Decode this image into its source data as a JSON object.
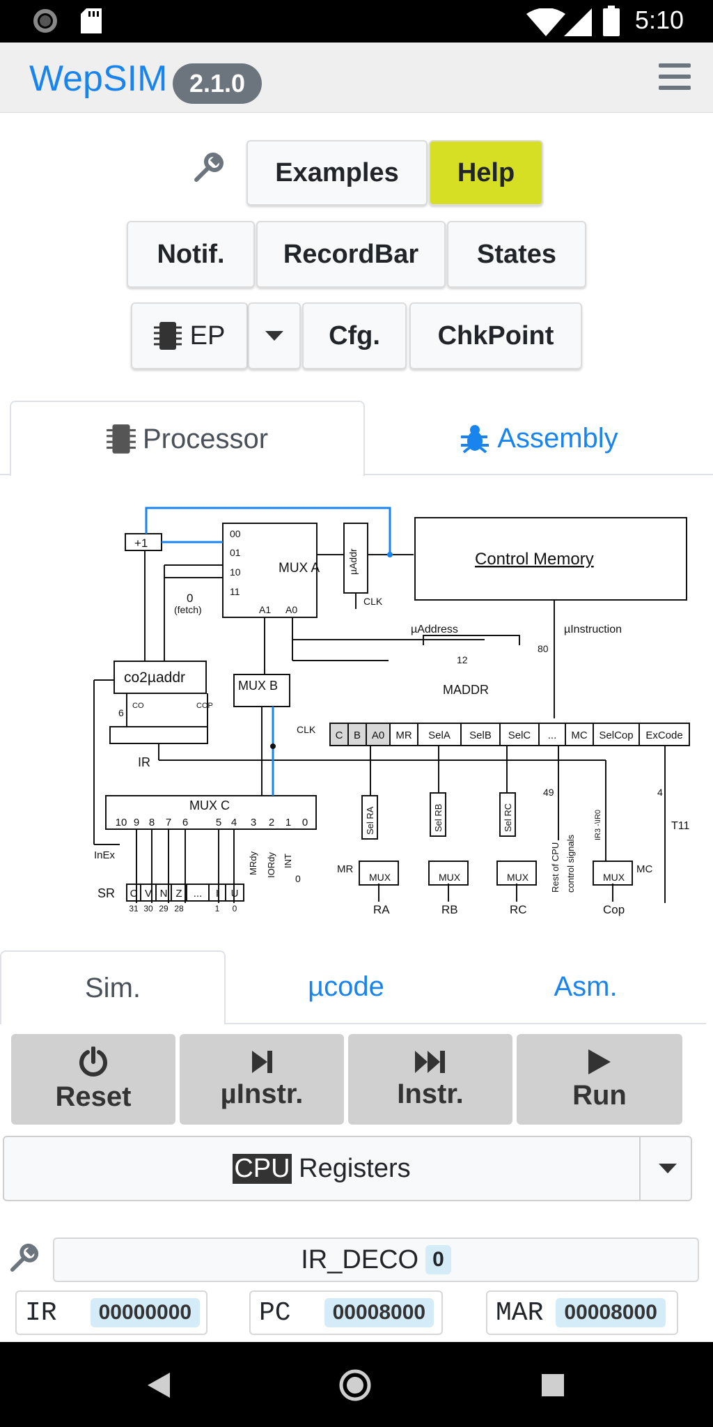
{
  "status_bar": {
    "time": "5:10"
  },
  "header": {
    "brand": "WepSIM",
    "version": "2.1.0"
  },
  "toolbar": {
    "examples": "Examples",
    "help": "Help",
    "notif": "Notif.",
    "recordbar": "RecordBar",
    "states": "States",
    "ep": "EP",
    "cfg": "Cfg.",
    "chkpoint": "ChkPoint"
  },
  "main_tabs": {
    "processor": "Processor",
    "assembly": "Assembly"
  },
  "diagram": {
    "control_memory": "Control Memory",
    "mux_a": "MUX A",
    "mux_b": "MUX B",
    "mux_c": "MUX C",
    "uaddr": "µAddr",
    "co2uaddr": "co2µaddr",
    "plus1": "+1",
    "uaddress": "µAddress",
    "uinstruction": "µInstruction",
    "maddr": "MADDR",
    "clk": "CLK",
    "fetch": "(fetch)",
    "ir": "IR",
    "sr": "SR",
    "inex": "InEx",
    "t11": "T11",
    "rest_cpu": "Rest of CPU",
    "control_signals": "control signals",
    "ir_fields": [
      "C",
      "B",
      "A0",
      "MR",
      "SelA",
      "SelB",
      "SelC",
      "...",
      "MC",
      "SelCop",
      "ExCode"
    ],
    "sr_flags": [
      "C",
      "V",
      "N",
      "Z",
      "...",
      "I",
      "U"
    ],
    "sr_bits": [
      "31",
      "30",
      "29",
      "28",
      "1",
      "0"
    ],
    "muxc_inputs": [
      "10",
      "9",
      "8",
      "7",
      "6",
      "5",
      "4",
      "3",
      "2",
      "1",
      "0"
    ],
    "muxa_inputs": [
      "00",
      "01",
      "10",
      "11"
    ],
    "outputs": [
      "RA",
      "RB",
      "RC",
      "Cop"
    ],
    "sel": [
      "Sel RA",
      "Sel RB",
      "Sel RC"
    ],
    "misc_labels": [
      "MRdy",
      "IORdy",
      "INT",
      "0",
      "80",
      "12",
      "49",
      "4",
      "5",
      "6",
      "CO",
      "COP",
      "A1",
      "A0",
      "1",
      "MUX",
      "MR",
      "MC",
      "IR3 -\\IR0"
    ]
  },
  "sub_tabs": {
    "sim": "Sim.",
    "ucode": "µcode",
    "asm": "Asm."
  },
  "controls": {
    "reset": "Reset",
    "uinstr": "µInstr.",
    "instr": "Instr.",
    "run": "Run"
  },
  "selector": {
    "cpu": "CPU",
    "registers": " Registers"
  },
  "ir_deco": {
    "label": "IR_DECO",
    "badge": "0"
  },
  "registers": [
    {
      "name": "IR",
      "value": "00000000"
    },
    {
      "name": "PC",
      "value": "00008000"
    },
    {
      "name": "MAR",
      "value": "00008000"
    }
  ],
  "colors": {
    "brand": "#1a84ee",
    "help_button": "#d6df23",
    "version_badge": "#6c757d",
    "reg_value_bg": "#d3ecf8"
  }
}
